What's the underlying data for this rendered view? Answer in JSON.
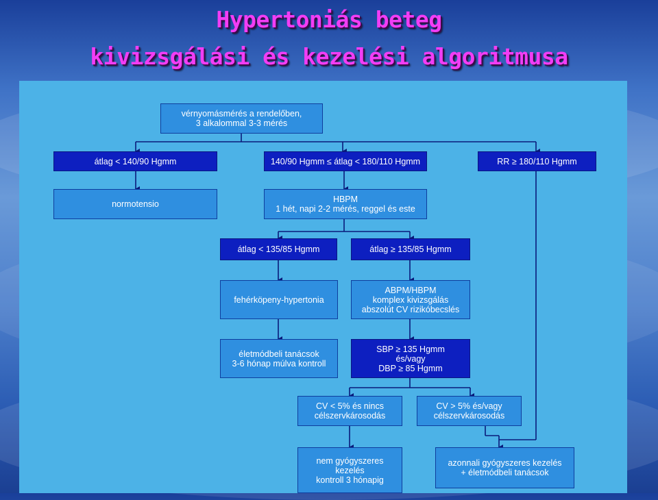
{
  "title": {
    "line1": "Hypertoniás beteg",
    "line2": "kivizsgálási és kezelési algoritmusa"
  },
  "flowchart": {
    "measure": "vérnyomásmérés a rendelőben,\n3 alkalommal 3-3 mérés",
    "avg_low": "átlag < 140/90 Hgmm",
    "avg_mid": "140/90 Hgmm ≤ átlag < 180/110 Hgmm",
    "rr_high": "RR ≥ 180/110 Hgmm",
    "normotensio": "normotensio",
    "hbpm": "HBPM\n1 hét, napi 2-2 mérés, reggel és este",
    "hbpm_low": "átlag < 135/85 Hgmm",
    "hbpm_high": "átlag ≥ 135/85 Hgmm",
    "white_coat": "fehérköpeny-hypertonia",
    "abpm": "ABPM/HBPM\nkomplex kivizsgálás\nabszolút CV rizikóbecslés",
    "lifestyle_advice": "életmódbeli tanácsok\n3-6 hónap múlva kontroll",
    "sbp_dbp": "SBP ≥ 135 Hgmm\nés/vagy\nDBP ≥ 85 Hgmm",
    "cv_low": "CV < 5% és nincs\ncélszervkárosodás",
    "cv_high": "CV > 5% és/vagy\ncélszervkárosodás",
    "non_drug": "nem gyógyszeres\nkezelés\nkontroll 3 hónapig",
    "immediate_drug": "azonnali gyógyszeres kezelés\n+ életmódbeli tanácsok"
  },
  "colors": {
    "panel": "#4cb2e7",
    "box_light": "#2f8fe0",
    "box_dark": "#0d1fc0",
    "title": "#f23df5"
  }
}
